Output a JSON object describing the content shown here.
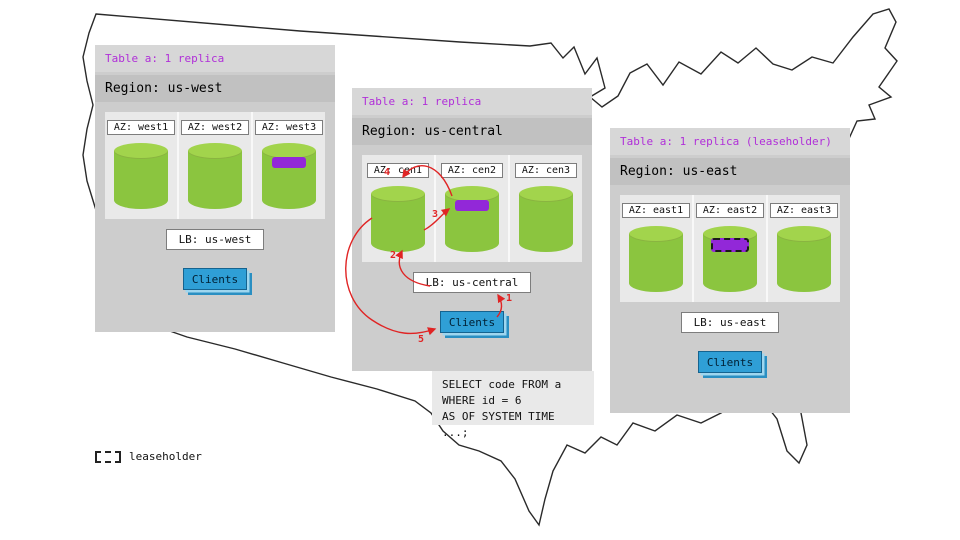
{
  "regions": [
    {
      "table_label": "Table a: 1 replica",
      "region_label": "Region: us-west",
      "azs": [
        {
          "label": "AZ: west1",
          "has_replica": false,
          "leaseholder": false
        },
        {
          "label": "AZ: west2",
          "has_replica": false,
          "leaseholder": false
        },
        {
          "label": "AZ: west3",
          "has_replica": true,
          "leaseholder": false
        }
      ],
      "lb_label": "LB: us-west",
      "clients_label": "Clients"
    },
    {
      "table_label": "Table a: 1 replica",
      "region_label": "Region: us-central",
      "azs": [
        {
          "label": "AZ: cen1",
          "has_replica": false,
          "leaseholder": false
        },
        {
          "label": "AZ: cen2",
          "has_replica": true,
          "leaseholder": false
        },
        {
          "label": "AZ: cen3",
          "has_replica": false,
          "leaseholder": false
        }
      ],
      "lb_label": "LB: us-central",
      "clients_label": "Clients"
    },
    {
      "table_label": "Table a: 1 replica (leaseholder)",
      "region_label": "Region: us-east",
      "azs": [
        {
          "label": "AZ: east1",
          "has_replica": false,
          "leaseholder": false
        },
        {
          "label": "AZ: east2",
          "has_replica": true,
          "leaseholder": true
        },
        {
          "label": "AZ: east3",
          "has_replica": false,
          "leaseholder": false
        }
      ],
      "lb_label": "LB: us-east",
      "clients_label": "Clients"
    }
  ],
  "sql": {
    "lines": [
      "SELECT code FROM a",
      "WHERE id = 6",
      "AS OF SYSTEM TIME ...;"
    ]
  },
  "steps": [
    "1",
    "2",
    "3",
    "4",
    "5"
  ],
  "legend": {
    "label": "leaseholder"
  },
  "colors": {
    "replica_purple": "#9228d8",
    "cylinder_green": "#8bc53f",
    "clients_blue": "#2f9fd6",
    "arrow_red": "#e02424",
    "table_label_purple": "#b02fd8"
  }
}
